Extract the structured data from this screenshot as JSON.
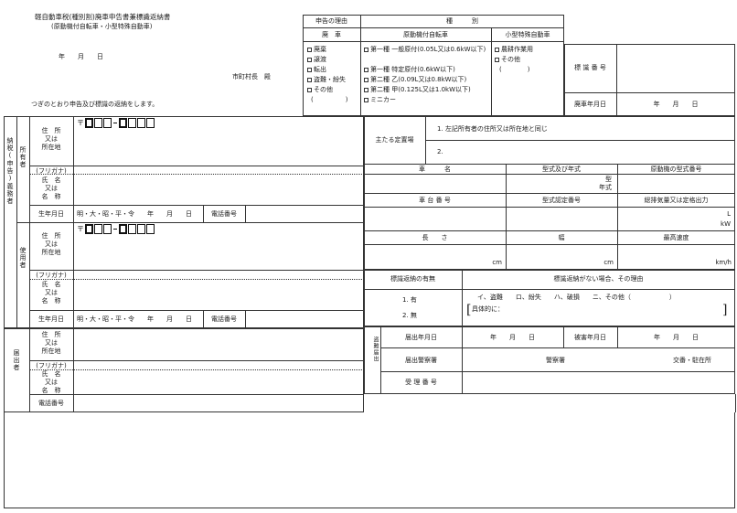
{
  "header": {
    "title": "軽自動車税(種別割)廃車申告書兼標識返納書",
    "subtitle": "(原動機付自転車・小型特殊自動車)",
    "date_label": "年　　月　　日",
    "mayor_label": "市町村長　殿",
    "declaration": "つぎのとおり申告及び標識の返納をします。"
  },
  "reason_table": {
    "reason_header": "申告の理由",
    "type_header": "種　　　別",
    "haisha_header": "廃　車",
    "moped_header": "原動機付自転車",
    "small_special_header": "小型特殊自動車",
    "reasons": [
      "廃棄",
      "譲渡",
      "転出",
      "盗難・紛失",
      "その他"
    ],
    "reason_paren": "(　　　　　)",
    "moped_types": [
      "第一種 一般原付(0.05L又は0.6kW以下)",
      "第一種 特定原付(0.6kW以下)",
      "第二種 乙(0.09L又は0.8kW以下)",
      "第二種 甲(0.125L又は1.0kW以下)",
      "ミニカー"
    ],
    "small_types": [
      "農耕作業用",
      "その他"
    ],
    "small_paren": "(　　　　)",
    "plate_number_label": "標 識 番 号",
    "disposal_date_label": "廃車年月日",
    "disposal_date_value": "年　　月　　日"
  },
  "taxpayer": {
    "group_label": "納税(申告)義務者",
    "owner_label": "所有者",
    "user_label": "使用者",
    "address_label": [
      "住　所",
      "又は",
      "所在地"
    ],
    "furigana_label": "(フリガナ)",
    "name_label": [
      "氏　名",
      "又は",
      "名　称"
    ],
    "birth_label": "生年月日",
    "birth_value": "明・大・昭・平・令　　年　　月　　日",
    "phone_label": "電話番号",
    "postal_mark": "〒"
  },
  "reporter": {
    "group_label": "届出者",
    "phone_label": "電話番号"
  },
  "vehicle": {
    "home_base_label": "主たる定置場",
    "home_base_option1": "1. 左記所有者の住所又は所在地と同じ",
    "home_base_option2": "2.",
    "name_label": "車　　　名",
    "model_year_label": "型式及び年式",
    "engine_model_label": "原動機の型式番号",
    "model_unit": "型",
    "year_unit": "年式",
    "frame_no_label": "車 台 番 号",
    "model_designation_label": "型式認定番号",
    "displacement_label": "総排気量又は定格出力",
    "unit_l": "L",
    "unit_kw": "kW",
    "length_label": "長　　さ",
    "width_label": "幅",
    "speed_label": "最高速度",
    "unit_cm": "cm",
    "unit_kmh": "km/h"
  },
  "plate_return": {
    "has_label": "標識返納の有無",
    "reason_label": "標識返納がない場合、その理由",
    "yes_label": "1. 有",
    "no_label": "2. 無",
    "reasons_line": "イ、盗難　　ロ、紛失　　ハ、破損　　ニ、その他（　　　　　　）",
    "concrete_label": "具体的に："
  },
  "theft": {
    "group_label": "盗難届出",
    "report_date_label": "届出年月日",
    "report_date_value": "年　　月　　日",
    "damage_date_label": "被害年月日",
    "damage_date_value": "年　　月　　日",
    "police_label": "届出警察署",
    "police_value": "警察署",
    "koban_value": "交番・駐在所",
    "receipt_label": "受 理 番 号"
  }
}
